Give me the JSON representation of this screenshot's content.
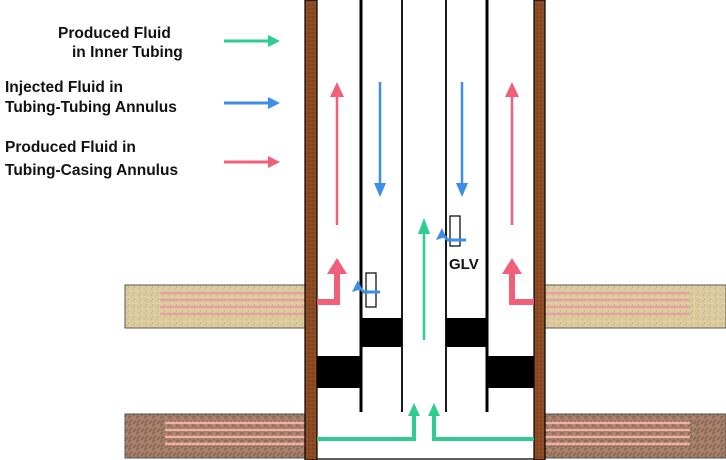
{
  "legend": [
    {
      "line1": "Produced Fluid",
      "line2": "in Inner Tubing",
      "color": "#2ecc8f"
    },
    {
      "line1": "Injected Fluid in",
      "line2": "Tubing-Tubing Annulus",
      "color": "#3d8ee8"
    },
    {
      "line1": "Produced Fluid in",
      "line2": "Tubing-Casing Annulus",
      "color": "#f0607a"
    }
  ],
  "glv_label": "GLV",
  "colors": {
    "produced_inner": "#2ecc8f",
    "injected": "#3d8ee8",
    "produced_annulus": "#f0607a",
    "casing": "#8a4a24",
    "packer": "#000000",
    "upper_formation": "#d9c79a",
    "lower_formation": "#a07a66"
  },
  "icons": [
    "green-arrow-icon",
    "blue-arrow-icon",
    "red-arrow-icon",
    "gas-lift-valve-icon"
  ]
}
